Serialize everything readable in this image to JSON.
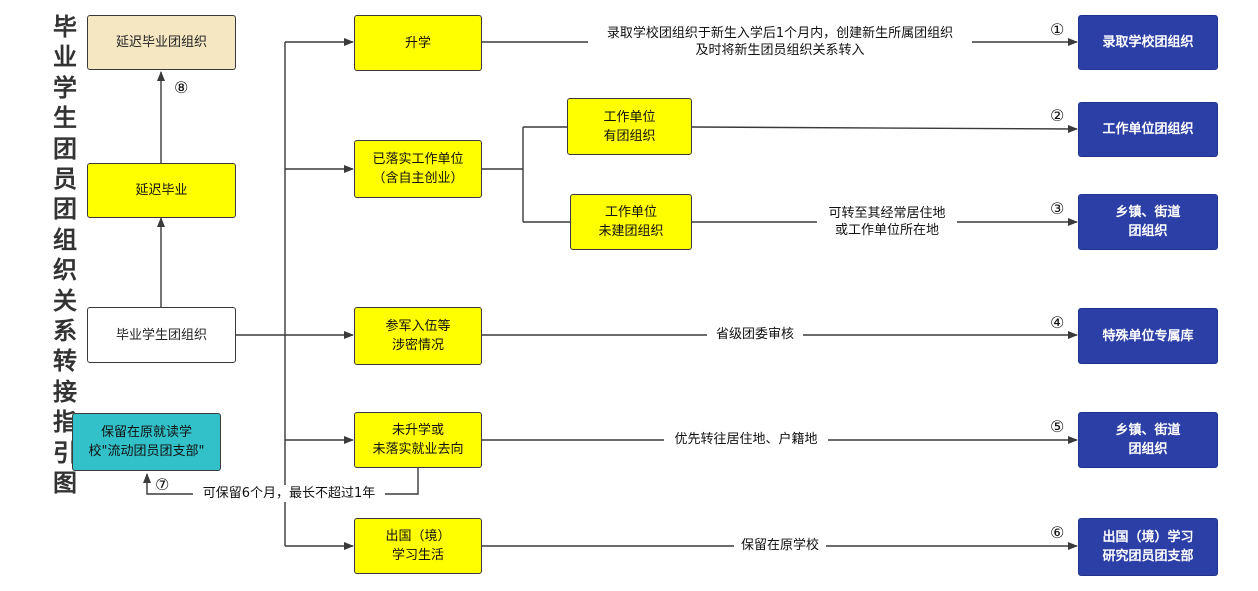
{
  "title": "毕业学生团员团组织关系转接指引图",
  "boxes": {
    "delay_org": "延迟毕业团组织",
    "delay": "延迟毕业",
    "grad_org": "毕业学生团组织",
    "keep_branch": "保留在原就读学\n校\"流动团员团支部\"",
    "further_study": "升学",
    "employed": "已落实工作单位\n（含自主创业）",
    "unit_with_org": "工作单位\n有团组织",
    "unit_without_org": "工作单位\n未建团组织",
    "military": "参军入伍等\n涉密情况",
    "unplaced": "未升学或\n未落实就业去向",
    "abroad": "出国（境）\n学习生活",
    "dest_school": "录取学校团组织",
    "dest_unit": "工作单位团组织",
    "dest_town1": "乡镇、街道\n团组织",
    "dest_special": "特殊单位专属库",
    "dest_town2": "乡镇、街道\n团组织",
    "dest_abroad": "出国（境）学习\n研究团员团支部"
  },
  "labels": {
    "further_study": "录取学校团组织于新生入学后1个月内，创建新生所属团组织\n及时将新生团员组织关系转入",
    "unit_without_org": "可转至其经常居住地\n或工作单位所在地",
    "military": "省级团委审核",
    "unplaced": "优先转往居住地、户籍地",
    "abroad": "保留在原学校",
    "keep": "可保留6个月，最长不超过1年"
  },
  "numbers": {
    "n1": "①",
    "n2": "②",
    "n3": "③",
    "n4": "④",
    "n5": "⑤",
    "n6": "⑥",
    "n7": "⑦",
    "n8": "⑧"
  },
  "colors": {
    "yellow": "#ffff00",
    "cream": "#f5e7c2",
    "teal": "#33c1c9",
    "blue": "#2c3fa6",
    "line": "#3a3a3a"
  }
}
